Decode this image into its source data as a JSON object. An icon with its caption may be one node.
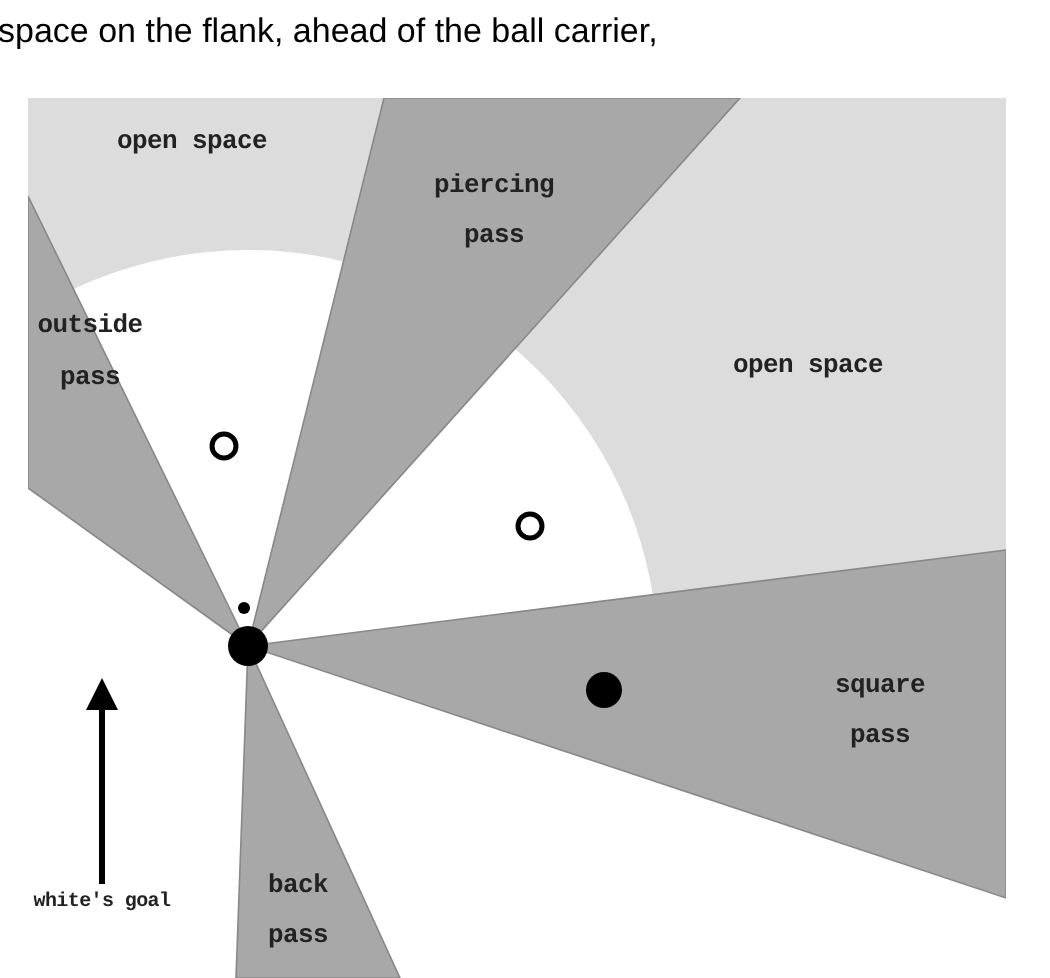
{
  "diagram": {
    "labels": [
      "space on the flank, ahead of the ball carrier,",
      "open space",
      "piercing pass",
      "outside pass",
      "open space",
      "square pass",
      "back pass",
      "white's goal"
    ]
  }
}
